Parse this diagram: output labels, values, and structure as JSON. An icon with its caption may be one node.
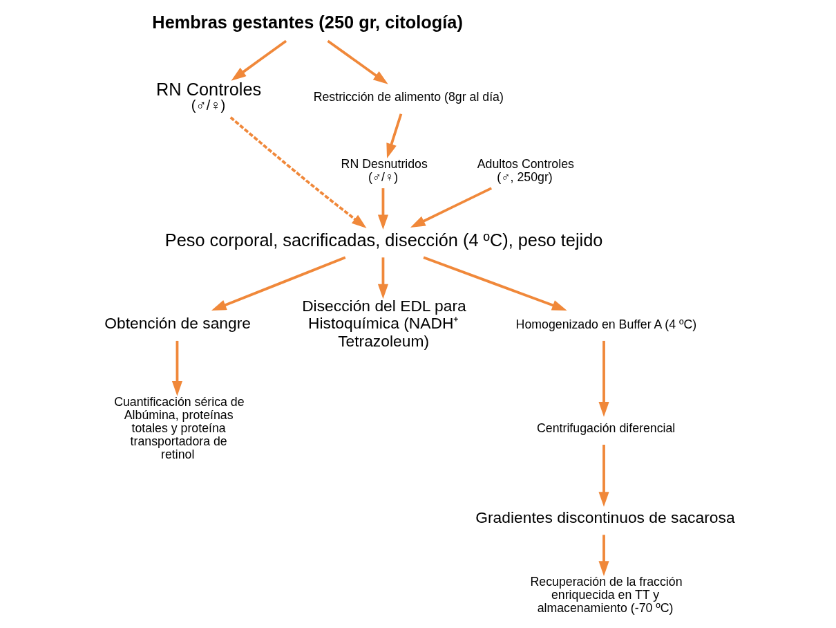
{
  "diagram": {
    "nodes": [
      {
        "text": [
          "Hembras gestantes (250 gr, citología)"
        ]
      },
      {
        "text": [
          "RN Controles",
          "(♂/♀)"
        ]
      },
      {
        "text": [
          "Restricción de alimento (8gr al día)"
        ]
      },
      {
        "text": [
          "Adultos Controles (♂, 250gr)"
        ]
      },
      {
        "text": [
          "RN Desnutridos (♂/♀)"
        ]
      },
      {
        "text": [
          "Peso corporal, sacrificadas, disección (4 ºC), peso tejido"
        ]
      },
      {
        "text": [
          "Obtención de sangre"
        ]
      },
      {
        "text": [
          "Disección del EDL para Histoquímica (NADH⁺ Tetrazoleum)"
        ]
      },
      {
        "text": [
          "Homogenizado en Buffer A (4 ºC)"
        ]
      },
      {
        "text": [
          "Cuantificación sérica de Albúmina, proteínas totales y proteína transportadora de retinol"
        ]
      },
      {
        "text": [
          "Centrifugación diferencial"
        ]
      },
      {
        "text": [
          "Gradientes discontinuos de sacarosa"
        ]
      },
      {
        "text": [
          "Recuperación de la fracción enriquecida en TT y almacenamiento (-70 ºC)"
        ]
      }
    ],
    "edges": [
      {
        "from": 0,
        "to": 1,
        "arrow": "to"
      },
      {
        "from": 0,
        "to": 2,
        "arrow": "to"
      },
      {
        "from": 2,
        "to": 4,
        "arrow": "to"
      },
      {
        "from": 3,
        "to": 5,
        "arrow": "to"
      },
      {
        "from": 1,
        "to": 5,
        "arrow": "to",
        "style": "dashed"
      },
      {
        "from": 4,
        "to": 5,
        "arrow": "to"
      },
      {
        "from": 5,
        "to": 6,
        "arrow": "to"
      },
      {
        "from": 5,
        "to": 7,
        "arrow": "to"
      },
      {
        "from": 5,
        "to": 8,
        "arrow": "to"
      },
      {
        "from": 6,
        "to": 9,
        "arrow": "to"
      },
      {
        "from": 8,
        "to": 10,
        "arrow": "to"
      },
      {
        "from": 10,
        "to": 11,
        "arrow": "to"
      },
      {
        "from": 11,
        "to": 12,
        "arrow": "to"
      }
    ]
  }
}
